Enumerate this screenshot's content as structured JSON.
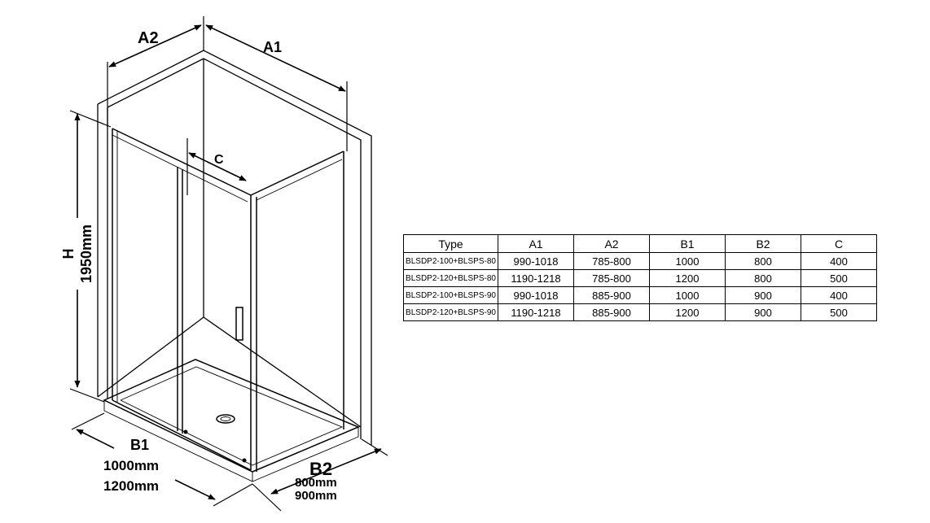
{
  "diagram": {
    "labels": {
      "a1": "A1",
      "a2": "A2",
      "c": "C",
      "h": "H",
      "h_value": "1950mm",
      "b1": "B1",
      "b1_values": [
        "1000mm",
        "1200mm"
      ],
      "b2": "B2",
      "b2_values": [
        "800mm",
        "900mm"
      ]
    }
  },
  "table": {
    "headers": [
      "Type",
      "A1",
      "A2",
      "B1",
      "B2",
      "C"
    ],
    "rows": [
      [
        "BLSDP2-100+BLSPS-80",
        "990-1018",
        "785-800",
        "1000",
        "800",
        "400"
      ],
      [
        "BLSDP2-120+BLSPS-80",
        "1190-1218",
        "785-800",
        "1200",
        "800",
        "500"
      ],
      [
        "BLSDP2-100+BLSPS-90",
        "990-1018",
        "885-900",
        "1000",
        "900",
        "400"
      ],
      [
        "BLSDP2-120+BLSPS-90",
        "1190-1218",
        "885-900",
        "1200",
        "900",
        "500"
      ]
    ]
  }
}
